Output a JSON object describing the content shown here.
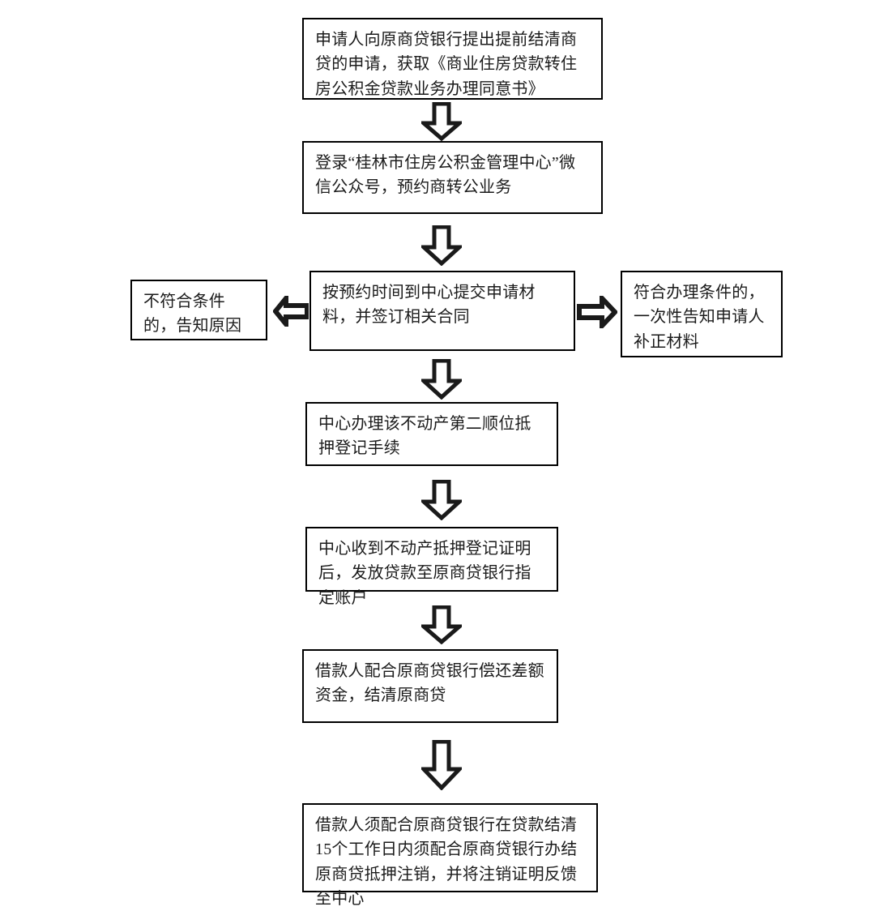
{
  "document": {
    "title": "商转公业务办理流程图",
    "background_color": "#ffffff",
    "border_color": "#000000",
    "text_color": "#1b1b1b"
  },
  "flow": {
    "type": "flowchart",
    "orientation": "top-to-bottom",
    "nodes": [
      {
        "id": "step-1",
        "text": "申请人向原商贷银行提出提前结清商贷的申请，获取《商业住房贷款转住房公积金贷款业务办理同意书》"
      },
      {
        "id": "step-2",
        "text": "登录“桂林市住房公积金管理中心”微信公众号，预约商转公业务"
      },
      {
        "id": "step-3-left",
        "text": "不符合条件的，告知原因"
      },
      {
        "id": "step-3-center",
        "text": "按预约时间到中心提交申请材料，并签订相关合同"
      },
      {
        "id": "step-3-right",
        "text": "符合办理条件的，一次性告知申请人补正材料"
      },
      {
        "id": "step-4",
        "text": "中心办理该不动产第二顺位抵押登记手续"
      },
      {
        "id": "step-5",
        "text": "中心收到不动产抵押登记证明后，发放贷款至原商贷银行指定账户"
      },
      {
        "id": "step-6",
        "text": "借款人配合原商贷银行偿还差额资金，结清原商贷"
      },
      {
        "id": "step-7",
        "text": "借款人须配合原商贷银行在贷款结清 15个工作日内须配合原商贷银行办结原商贷抵押注销，并将注销证明反馈至中心"
      }
    ],
    "connectors": [
      {
        "id": "arrow-1-2",
        "direction": "down",
        "from": "step-1",
        "to": "step-2"
      },
      {
        "id": "arrow-2-3",
        "direction": "down",
        "from": "step-2",
        "to": "step-3-center"
      },
      {
        "id": "arrow-3-left",
        "direction": "left",
        "from": "step-3-center",
        "to": "step-3-left"
      },
      {
        "id": "arrow-3-right",
        "direction": "right",
        "from": "step-3-center",
        "to": "step-3-right"
      },
      {
        "id": "arrow-3-4",
        "direction": "down",
        "from": "step-3-center",
        "to": "step-4"
      },
      {
        "id": "arrow-4-5",
        "direction": "down",
        "from": "step-4",
        "to": "step-5"
      },
      {
        "id": "arrow-5-6",
        "direction": "down",
        "from": "step-5",
        "to": "step-6"
      },
      {
        "id": "arrow-6-7",
        "direction": "down",
        "from": "step-6",
        "to": "step-7"
      }
    ]
  }
}
